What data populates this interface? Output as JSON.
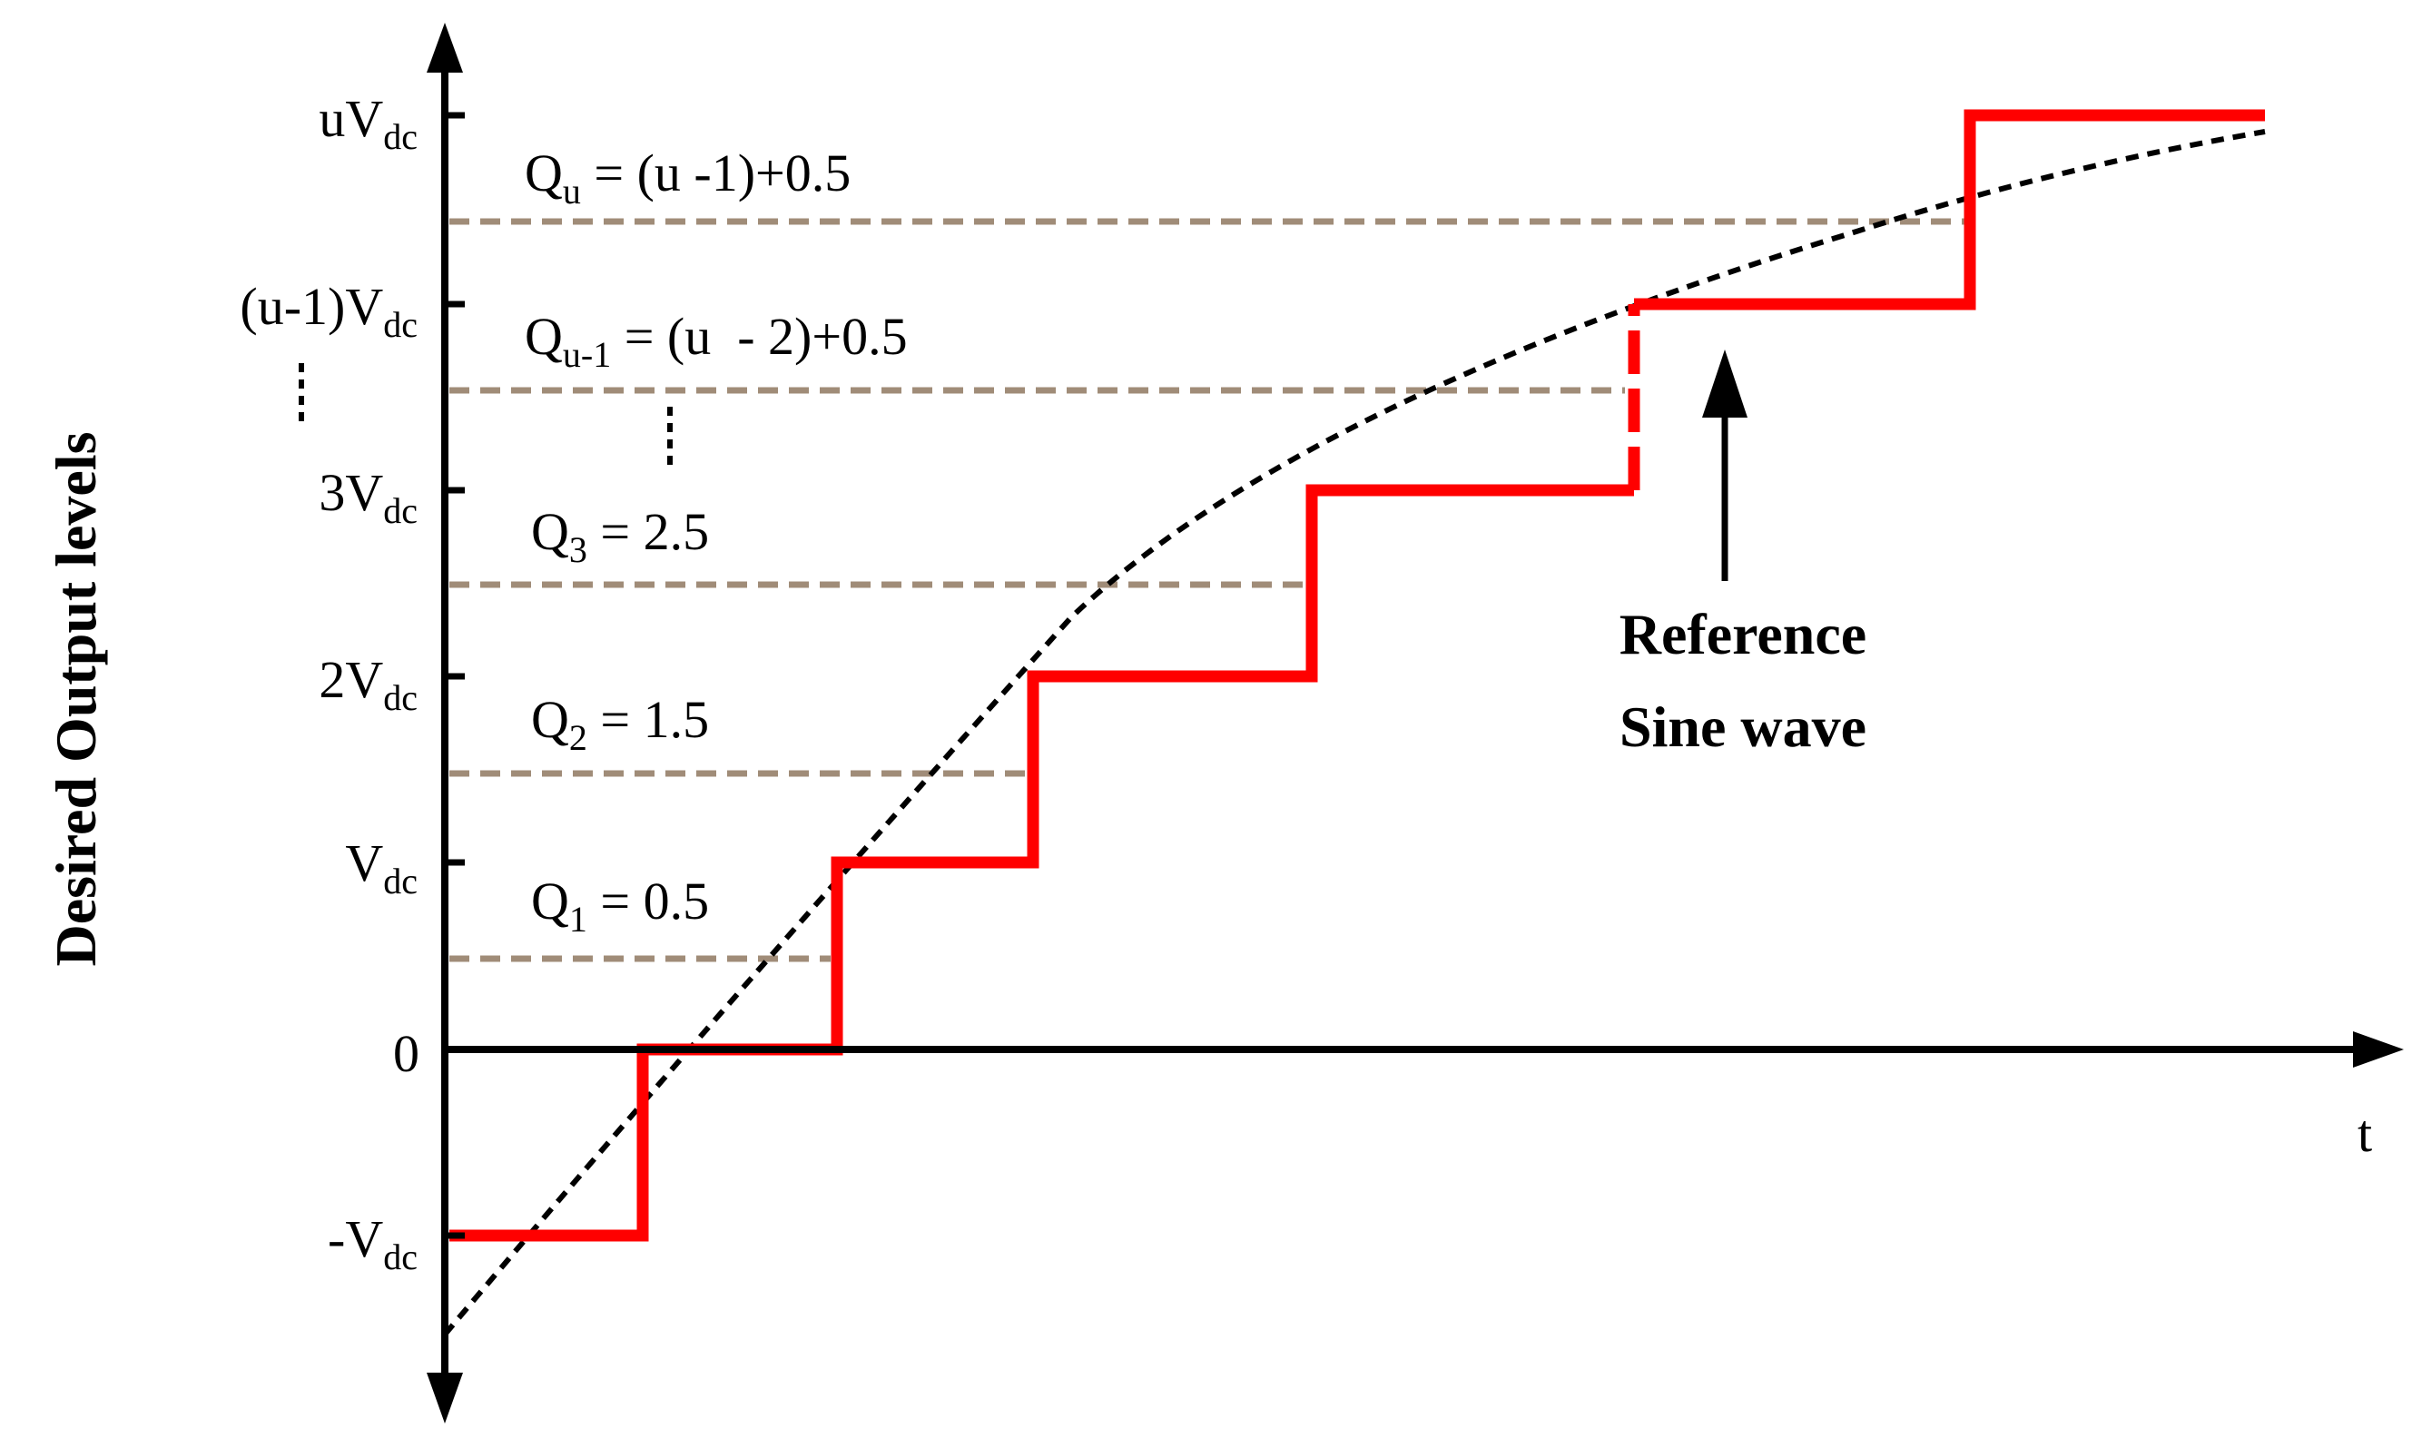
{
  "y_axis_label": "Desired Output levels",
  "x_axis_label": "t",
  "y_tick_labels": [
    {
      "id": "u",
      "main": "uV",
      "sub": "dc"
    },
    {
      "id": "u-1",
      "main": "(u-1)V",
      "sub": "dc"
    },
    {
      "id": "3",
      "main": "3V",
      "sub": "dc"
    },
    {
      "id": "2",
      "main": "2V",
      "sub": "dc"
    },
    {
      "id": "1",
      "main": "V",
      "sub": "dc"
    },
    {
      "id": "0",
      "main": "0",
      "sub": ""
    },
    {
      "id": "-1",
      "main": "-V",
      "sub": "dc"
    }
  ],
  "thresholds": [
    {
      "main": "Q",
      "sub": "u",
      "rest": " = (u -1)+0.5",
      "value": "u-0.5"
    },
    {
      "main": "Q",
      "sub": "u-1",
      "rest": " = (u  - 2)+0.5",
      "value": "u-1.5"
    },
    {
      "main": "Q",
      "sub": "3",
      "rest": " = 2.5",
      "value": 2.5
    },
    {
      "main": "Q",
      "sub": "2",
      "rest": " = 1.5",
      "value": 1.5
    },
    {
      "main": "Q",
      "sub": "1",
      "rest": " = 0.5",
      "value": 0.5
    }
  ],
  "reference": {
    "line1": "Reference",
    "line2": "Sine wave"
  },
  "staircase_levels": [
    -1,
    0,
    1,
    2,
    3,
    "u-1",
    "u"
  ],
  "colors": {
    "staircase": "#ff0000",
    "threshold_line": "#a08c78",
    "reference_wave": "#000000",
    "axis": "#000000"
  }
}
